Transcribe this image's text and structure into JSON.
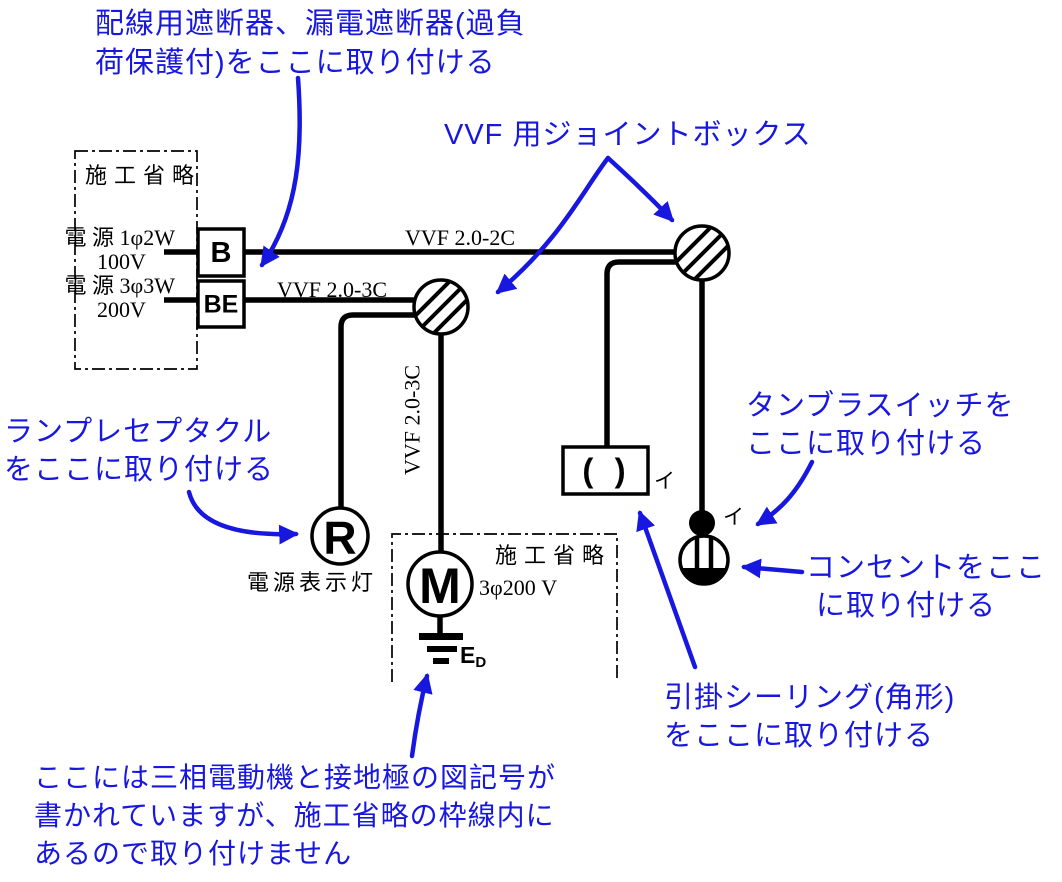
{
  "colors": {
    "annotation": "#1717e0",
    "diagram": "#000000",
    "background": "#ffffff"
  },
  "annotations": {
    "breaker": {
      "line1": "配線用遮断器、漏電遮断器(過負",
      "line2": "荷保護付)をここに取り付ける"
    },
    "joint_box": "VVF 用ジョイントボックス",
    "lamp": {
      "line1": "ランプレセプタクル",
      "line2": "をここに取り付ける"
    },
    "tumbler": {
      "line1": "タンブラスイッチを",
      "line2": "ここに取り付ける"
    },
    "outlet": {
      "line1": "コンセントをここ",
      "line2": "に取り付ける"
    },
    "ceiling": {
      "line1": "引掛シーリング(角形)",
      "line2": "をここに取り付ける"
    },
    "motor_note": {
      "line1": "ここには三相電動機と接地極の図記号が",
      "line2": "書かれていますが、施工省略の枠線内に",
      "line3": "あるので取り付けません"
    }
  },
  "diagram": {
    "omission_top": "施工省略",
    "omission_motor": "施工省略",
    "source1": {
      "name": "電 源 1φ2W",
      "voltage": "100V"
    },
    "source2": {
      "name": "電 源 3φ3W",
      "voltage": "200V"
    },
    "breaker_b": "B",
    "breaker_be": "BE",
    "cable_top": "VVF 2.0-2C",
    "cable_left": "VVF 2.0-3C",
    "cable_vertical": "VVF 2.0-3C",
    "lamp_symbol": "R",
    "lamp_label": "電源表示灯",
    "motor_symbol": "M",
    "motor_rating": "3φ200 V",
    "ground_label_main": "E",
    "ground_label_sub": "D",
    "ceiling_circuit_mark": "イ",
    "switch_circuit_mark": "イ",
    "ceiling_symbol": "( )"
  }
}
